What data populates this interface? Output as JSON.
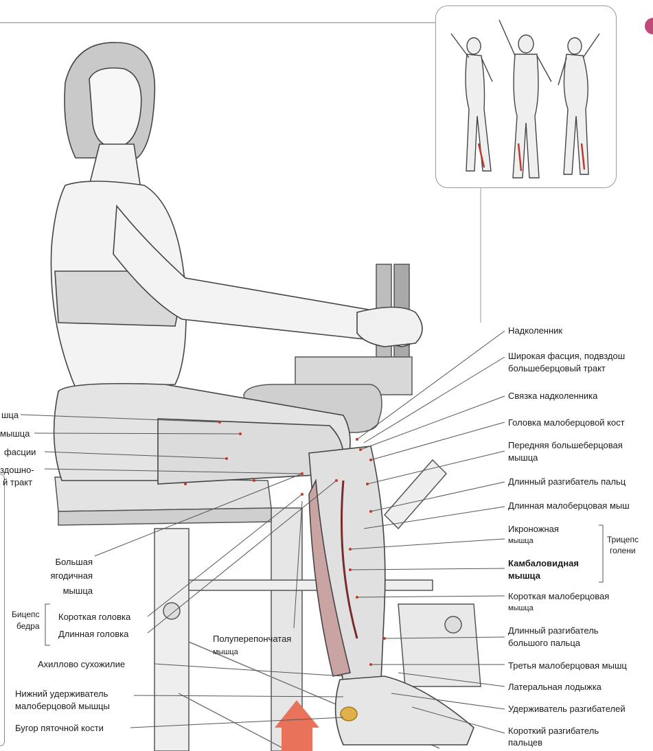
{
  "colors": {
    "accent": "#c04a7a",
    "arrow": "#e8735a",
    "line": "#444444",
    "highlight": "#c0392b"
  },
  "icons": {
    "arrow": "up-arrow-icon"
  },
  "labels_right": {
    "nadkolennik": "Надколенник",
    "fascia_1": "Широкая фасция, подвздош",
    "fascia_2": "большеберцовый тракт",
    "svyazka": "Связка надколенника",
    "golovka": "Головка малоберцовой кост",
    "peredn_1": "Передняя  большеберцовая",
    "peredn_2": "мышца",
    "dl_razg_palcev": "Длинный  разгибатель  пальц",
    "dl_malober": "Длинная  малоберцовая  мыш",
    "ikronozh_1": "Икроножная",
    "ikronozh_2": "мышца",
    "triceps_1": "Трицепс",
    "triceps_2": "голени",
    "kambal_1": "Камбаловидная",
    "kambal_2": "мышца",
    "korotk_malober_1": "Короткая малоберцовая",
    "korotk_malober_2": "мышца",
    "dl_razg_bolsh_1": "Длинный разгибатель",
    "dl_razg_bolsh_2": "большого пальца",
    "tretya": "Третья  малоберцовая  мышц",
    "lodyzhka": "Латеральная  лодыжка",
    "uderzh_razg": "Удерживатель  разгибателей",
    "korotk_razg_1": "Короткий разгибатель",
    "korotk_razg_2": "пальцев"
  },
  "labels_left": {
    "l1": "шца",
    "l2": "мышца",
    "l3": "фасции",
    "l4": "здошно-",
    "l5": "й тракт"
  },
  "labels_bottom": {
    "bolsh_1": "Большая",
    "bolsh_2": "ягодичная",
    "bolsh_3": "мышца",
    "biceps_1": "Бицепс",
    "biceps_2": "бедра",
    "korotk_golovka": "Короткая головка",
    "dl_golovka": "Длинная головка",
    "polu_1": "Полуперепончатая",
    "polu_2": "мышца",
    "ahill": "Ахиллово  сухожилие",
    "nizh_1": "Нижний  удерживатель",
    "nizh_2": "малоберцовой мышцы",
    "bugor": "Бугор пяточной кости"
  }
}
